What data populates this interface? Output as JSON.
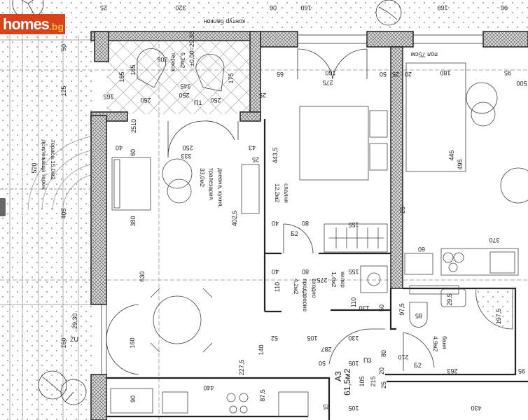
{
  "logo": {
    "main": "homes",
    "suffix": ".bg",
    "bg_color": "#d9431b",
    "suffix_color": "#f7b733"
  },
  "rooms": {
    "yard_terrace_1": "прилежаща терен",
    "yard_terrace_2": "тераса 15,0м2",
    "terrace_1": "тераса",
    "terrace_2": "5,3м2",
    "living_1": "дневна, кухня,",
    "living_2": "трапезария",
    "living_3": "33,0м2",
    "bedroom_1": "спалня",
    "bedroom_2": "12,2м2",
    "hall_1": "входно",
    "hall_2": "преддверие",
    "hall_3": "4,2м2",
    "closet_1": "килер",
    "closet_2": "1,4м2",
    "bath_1": "баня",
    "bath_2": "4,9м2",
    "unit": "A3",
    "unit_area": "61,5м2",
    "balcony_outline": "контур балкон",
    "floor_level": "±0,00=29,30",
    "sill": "пол 75см",
    "door_p1": "П1",
    "door_b2a": "Б2",
    "door_b2b": "Б2",
    "door_p3": "П3",
    "door_z1": "ZU",
    "level_mark": "29,30"
  },
  "dims": [
    "25",
    "320",
    "160",
    "160",
    "96",
    "06",
    "50",
    "125",
    "520",
    "405",
    "160",
    "185",
    "165",
    "305",
    "345",
    "250",
    "175",
    "165",
    "25",
    "2510",
    "40",
    "250",
    "333",
    "43",
    "380",
    "402,5",
    "630",
    "160",
    "227,5",
    "140",
    "440",
    "87,5",
    "90",
    "443,5",
    "275",
    "65",
    "160",
    "50",
    "25",
    "20",
    "180",
    "95",
    "500",
    "445",
    "495",
    "155",
    "40",
    "80",
    "370",
    "60",
    "155",
    "40",
    "80",
    "275",
    "110",
    "110",
    "130",
    "97,5",
    "85",
    "29,5",
    "197,5",
    "52",
    "105",
    "130",
    "287",
    "50",
    "105",
    "80",
    "210",
    "263",
    "20",
    "25",
    "95",
    "430",
    "105",
    "25",
    "215",
    "105",
    "250",
    "250",
    "60",
    "50",
    "25",
    "25"
  ]
}
